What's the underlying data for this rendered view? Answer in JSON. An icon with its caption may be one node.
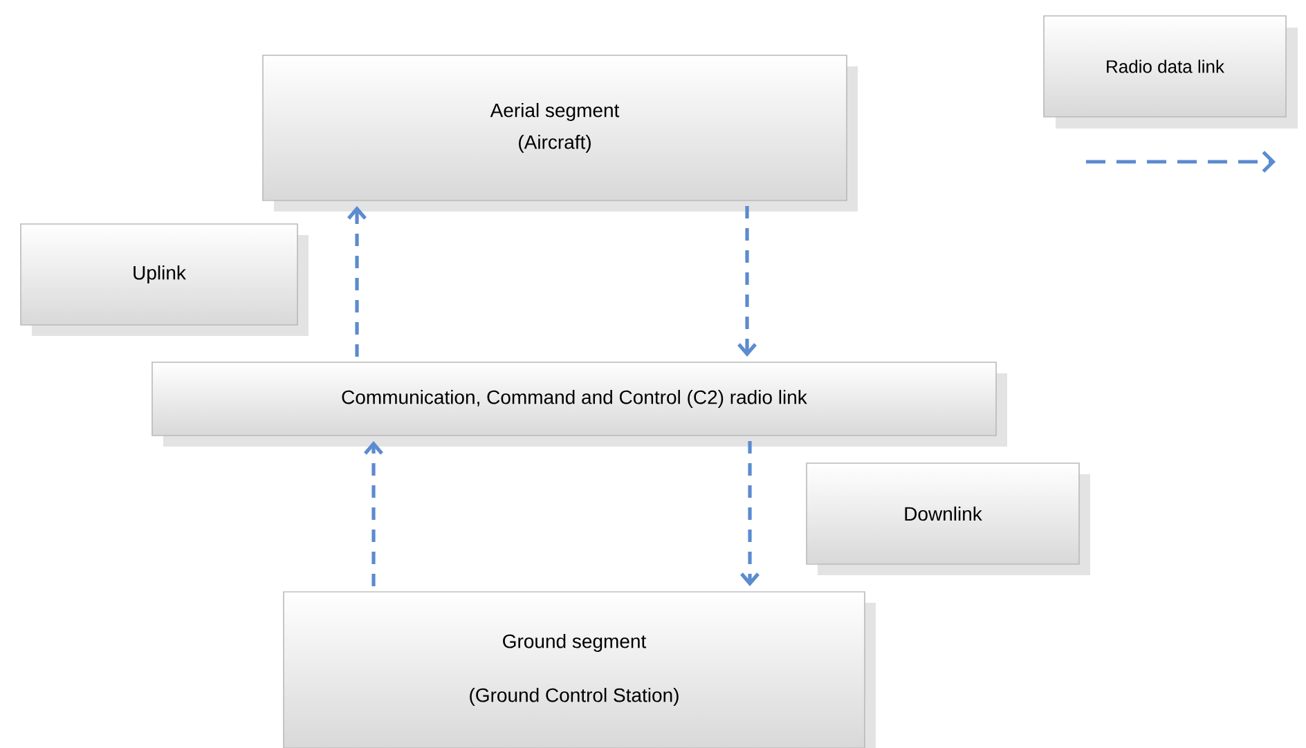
{
  "diagram": {
    "nodes": [
      {
        "text": [
          "Aerial segment",
          "(Aircraft)"
        ]
      },
      {
        "text": [
          "Uplink"
        ]
      },
      {
        "text": [
          "Communication, Command and Control (C2) radio link"
        ]
      },
      {
        "text": [
          "Downlink"
        ]
      },
      {
        "text": [
          "Ground segment",
          "(Ground Control Station)"
        ]
      }
    ],
    "edges": [
      {
        "from": 2,
        "to": 0,
        "arrow": "to",
        "style": "dashed"
      },
      {
        "from": 0,
        "to": 2,
        "arrow": "to",
        "style": "dashed"
      },
      {
        "from": 4,
        "to": 2,
        "arrow": "to",
        "style": "dashed"
      },
      {
        "from": 2,
        "to": 4,
        "arrow": "to",
        "style": "dashed"
      }
    ],
    "legend": [
      {
        "text": "Radio data link"
      }
    ]
  }
}
